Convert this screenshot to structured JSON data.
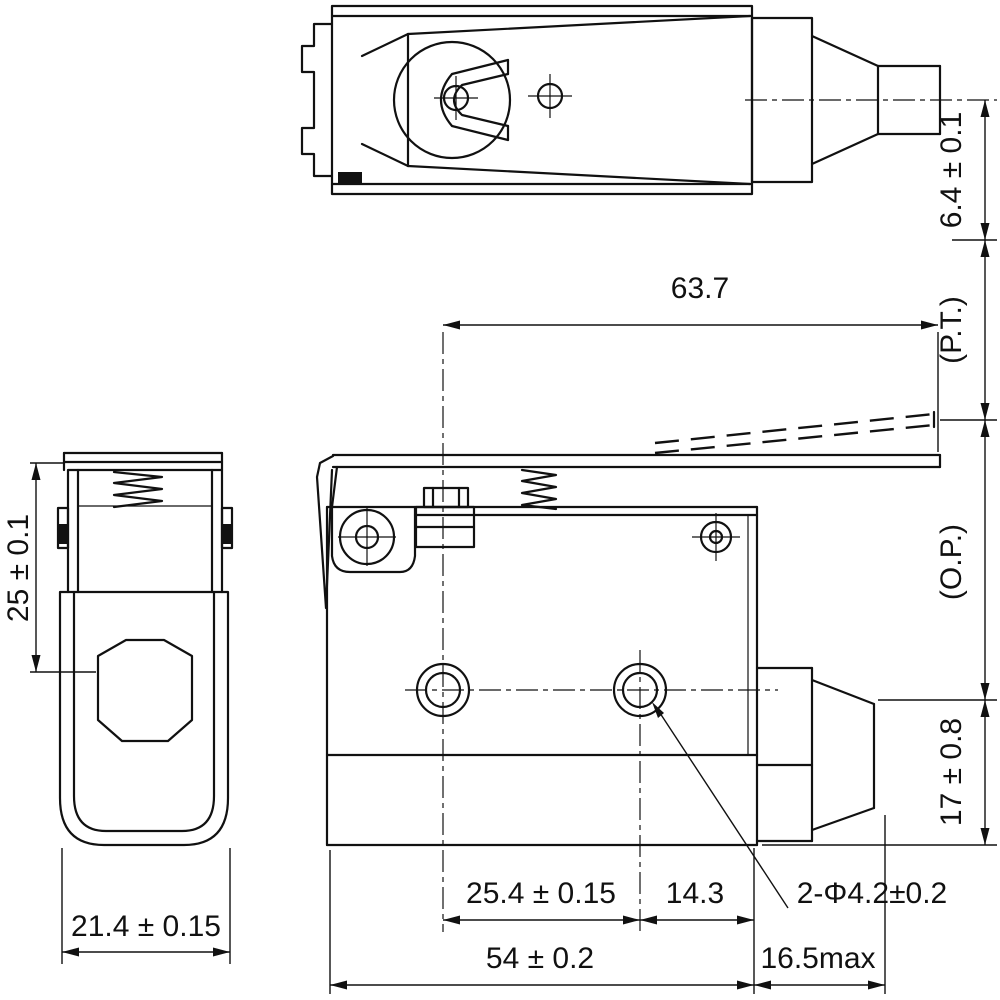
{
  "drawing": {
    "type": "technical-dimension-drawing",
    "subject": "micro limit switch with hinge lever, three orthographic views",
    "background_color": "#ffffff",
    "line_color": "#111111",
    "dimensions": {
      "lever_length": "63.7",
      "plunger_free_position": "6.4 ± 0.1",
      "pretravel_label": "(P.T.)",
      "operating_position_label": "(O.P.)",
      "plunger_height": "17 ± 0.8",
      "side_height": "25 ± 0.1",
      "side_width": "21.4 ± 0.15",
      "hole_pitch": "25.4 ± 0.15",
      "hole_to_edge": "14.3",
      "hole_callout": "2-Φ4.2±0.2",
      "body_length": "54 ± 0.2",
      "plunger_side_max": "16.5max"
    }
  }
}
